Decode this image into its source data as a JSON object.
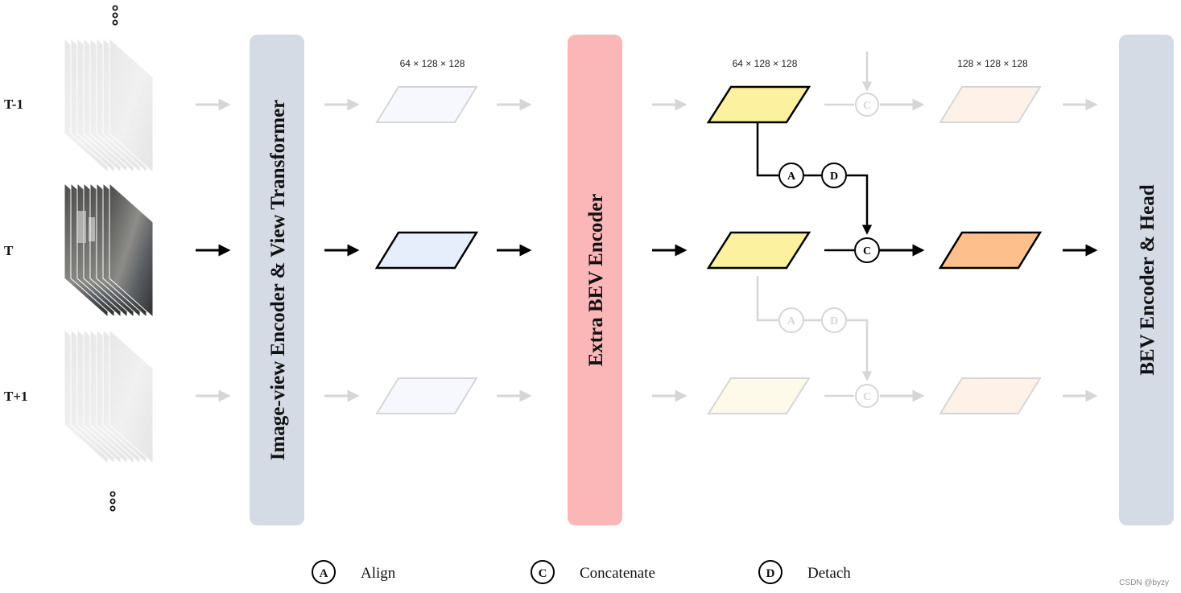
{
  "rows": {
    "prev": "T-1",
    "current": "T",
    "next": "T+1"
  },
  "blocks": {
    "encoder": "Image-view Encoder & View Transformer",
    "extra": "Extra BEV Encoder",
    "head": "BEV Encoder & Head"
  },
  "dims": {
    "after_encoder": "64 × 128 × 128",
    "after_extra": "64 × 128 × 128",
    "after_concat": "128 × 128 × 128"
  },
  "ops": {
    "align": "A",
    "detach": "D",
    "concat": "C"
  },
  "legend": {
    "align": {
      "letter": "A",
      "label": "Align"
    },
    "concat": {
      "letter": "C",
      "label": "Concatenate"
    },
    "detach": {
      "letter": "D",
      "label": "Detach"
    }
  },
  "watermark": "CSDN @byzy",
  "colors": {
    "encoder_block": "#d5dbe5",
    "extra_block": "#fbb7b7",
    "head_block": "#d5dbe5",
    "feat_blue": "#e6eefb",
    "feat_yellow": "#fbf19e",
    "feat_orange": "#fdbf8c",
    "faded": "#d6d6d6"
  },
  "icons": {
    "camera_stack": "camera-image-stack-icon",
    "ellipsis": "vertical-ellipsis-icon"
  }
}
